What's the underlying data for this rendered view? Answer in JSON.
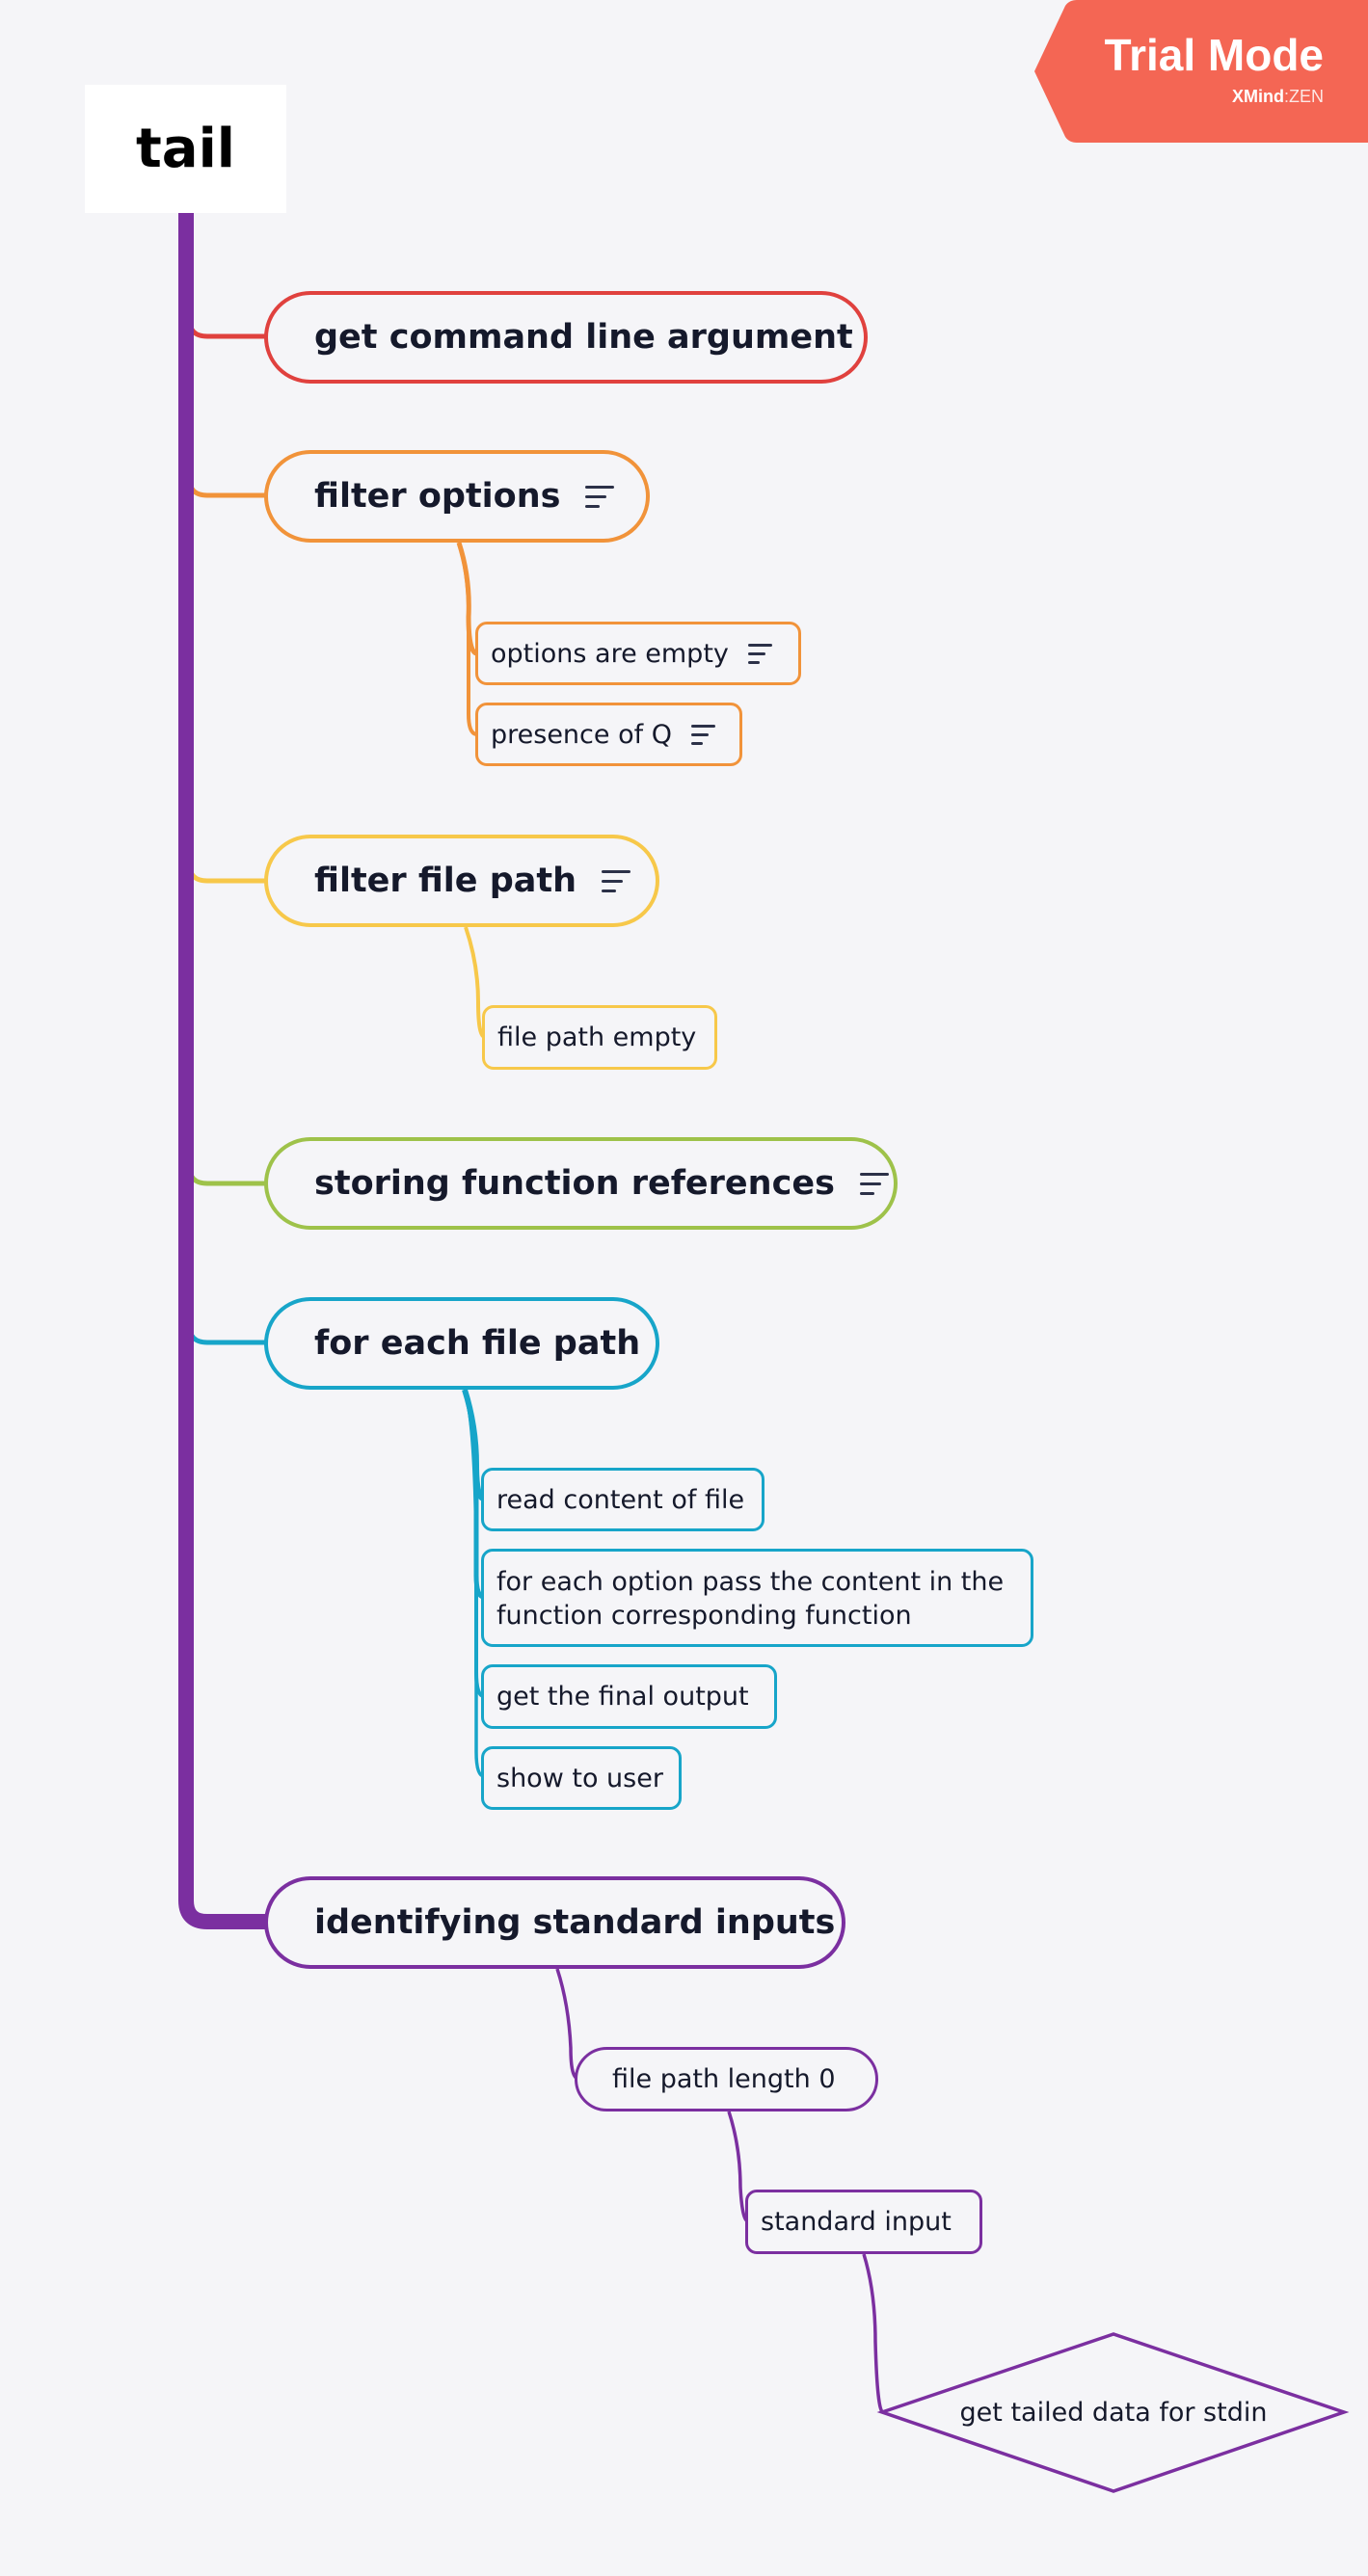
{
  "colors": {
    "trunk": "#7b2fa0",
    "red": "#e0413e",
    "orange": "#f1933a",
    "yellow": "#f7c84a",
    "green": "#9ec24a",
    "blue": "#17a5c9",
    "purple": "#7b2fa0",
    "trial": "#f46654"
  },
  "root": {
    "label": "tail"
  },
  "topics": [
    {
      "label": "get command line argument",
      "color": "red",
      "has_notes": false
    },
    {
      "label": "filter options",
      "color": "orange",
      "has_notes": true
    },
    {
      "label": "filter file path",
      "color": "yellow",
      "has_notes": true
    },
    {
      "label": "storing function references",
      "color": "green",
      "has_notes": true
    },
    {
      "label": "for each file path",
      "color": "blue",
      "has_notes": false
    },
    {
      "label": "identifying standard inputs",
      "color": "purple",
      "has_notes": false
    }
  ],
  "subtopics": {
    "filter_options": [
      {
        "label": "options are empty",
        "has_notes": true
      },
      {
        "label": "presence of Q",
        "has_notes": true
      }
    ],
    "filter_file_path": [
      {
        "label": "file path empty"
      }
    ],
    "for_each_file_path": [
      {
        "label": "read content of file"
      },
      {
        "label": "for each option pass the content in the",
        "label2": "function corresponding function"
      },
      {
        "label": "get the final output"
      },
      {
        "label": "show to user"
      }
    ],
    "identifying_standard_inputs": [
      {
        "label": "file path length 0"
      },
      {
        "label": "standard input"
      },
      {
        "label": "get tailed data for stdin",
        "shape": "diamond"
      }
    ]
  },
  "watermark": {
    "title": "Trial Mode",
    "brand": "XMind",
    "separator": ":",
    "edition": "ZEN"
  }
}
